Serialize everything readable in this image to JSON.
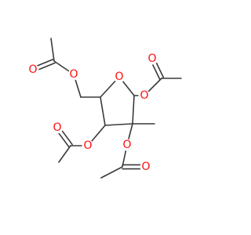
{
  "diagram": {
    "type": "skeletal-structure",
    "atom_labels": {
      "o_ring": "O",
      "o_c1": "O",
      "o_c1_carbonyl": "O",
      "o_c2": "O",
      "o_c2_carbonyl": "O",
      "o_c3": "O",
      "o_c3_carbonyl": "O",
      "o_c5": "O",
      "o_c5_carbonyl": "O"
    },
    "colors": {
      "bond": "#3a3a3a",
      "oxygen": "#ff0d0d",
      "background": "#ffffff"
    }
  }
}
